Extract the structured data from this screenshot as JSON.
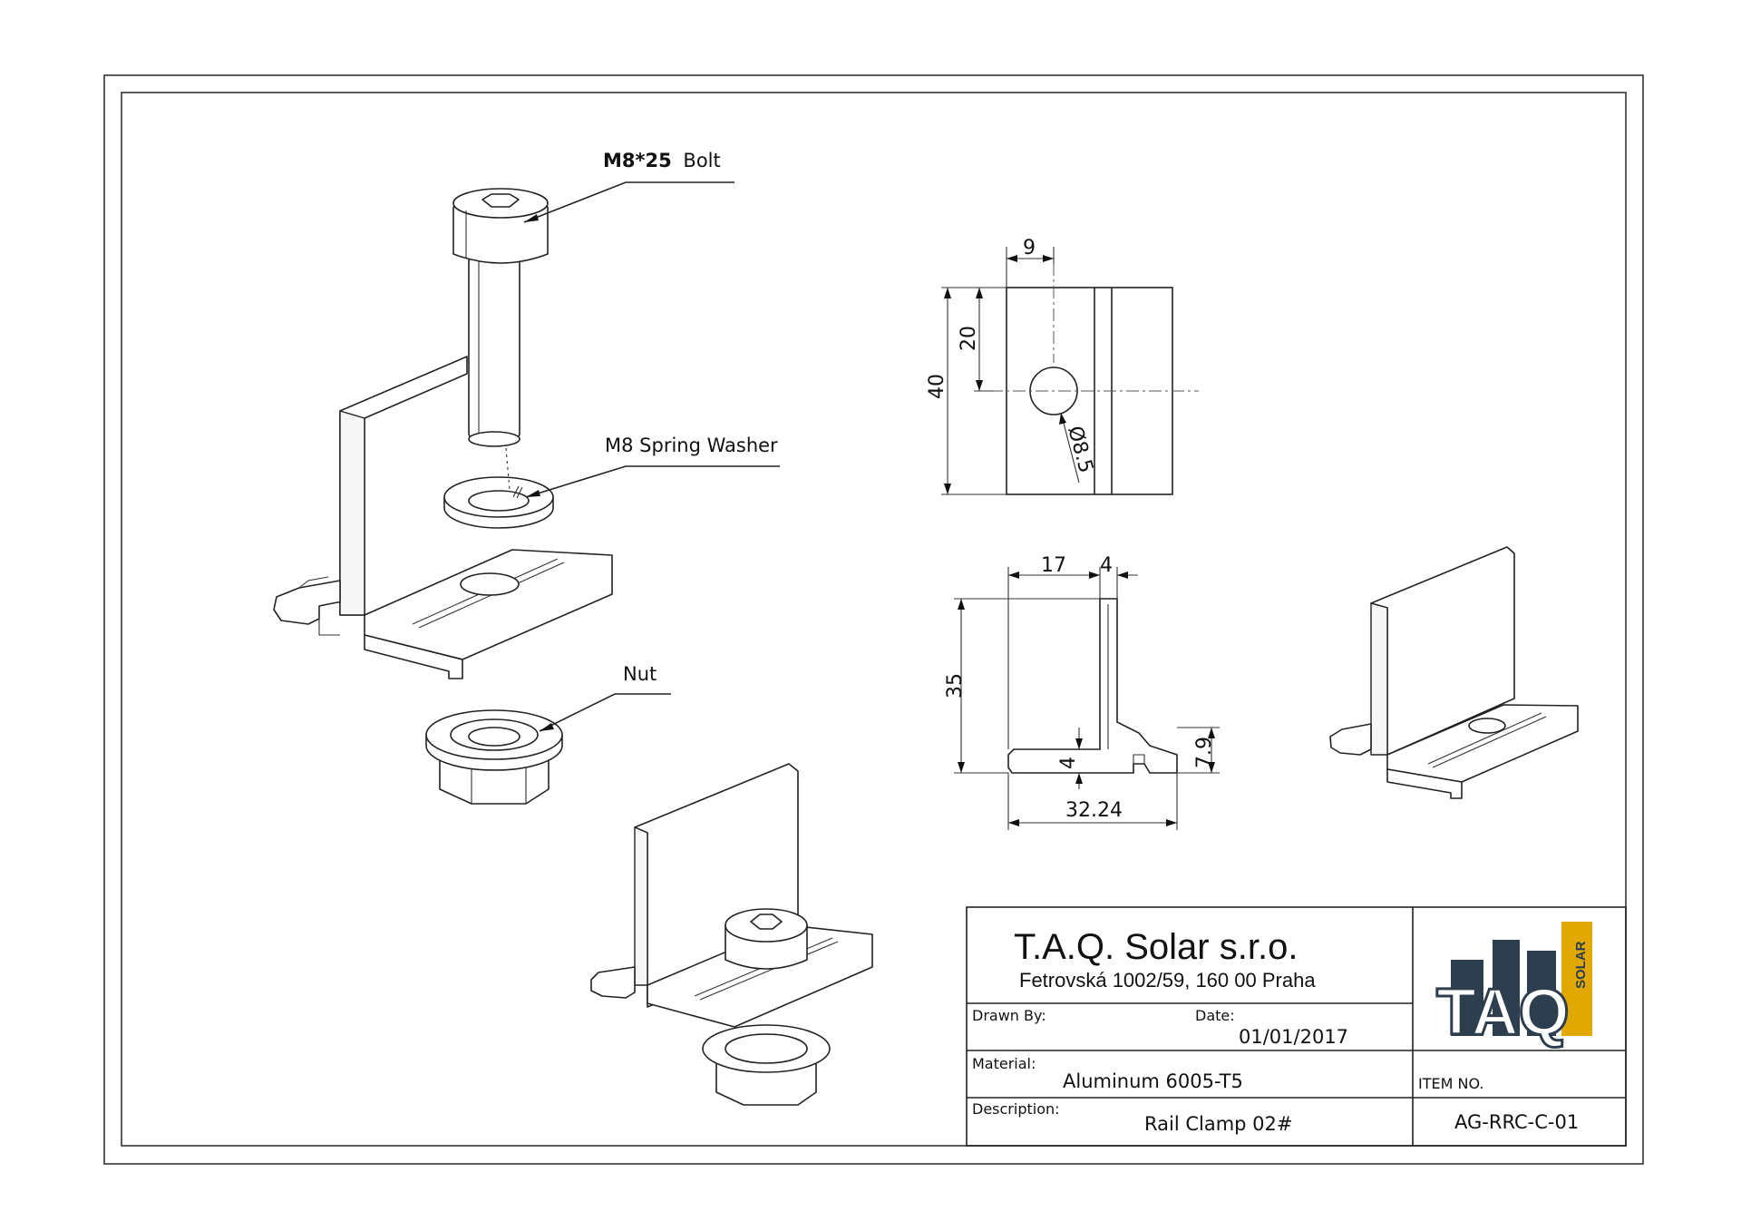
{
  "callouts": {
    "bolt_bold": "M8*25",
    "bolt_rest": "Bolt",
    "washer": "M8 Spring Washer",
    "nut": "Nut"
  },
  "dimensions": {
    "top_view": {
      "offset_9": "9",
      "height_40": "40",
      "height_20": "20",
      "hole_dia": "Ø8.5"
    },
    "profile_view": {
      "width_17": "17",
      "width_4": "4",
      "height_35": "35",
      "thick_4": "4",
      "height_7_9": "7.9",
      "width_32_24": "32.24"
    }
  },
  "title_block": {
    "company": "T.A.Q. Solar s.r.o.",
    "address": "Fetrovská 1002/59, 160 00 Praha",
    "drawn_by_label": "Drawn By:",
    "date_label": "Date:",
    "date_value": "01/01/2017",
    "material_label": "Material:",
    "material_value": "Aluminum 6005-T5",
    "item_no_label": "ITEM NO.",
    "description_label": "Description:",
    "description_value": "Rail Clamp 02#",
    "item_no_value": "AG-RRC-C-01",
    "logo": {
      "word": "TAQ",
      "sub": "SOLAR",
      "color_dark": "#2d3e4f",
      "color_accent": "#e0a800"
    }
  }
}
